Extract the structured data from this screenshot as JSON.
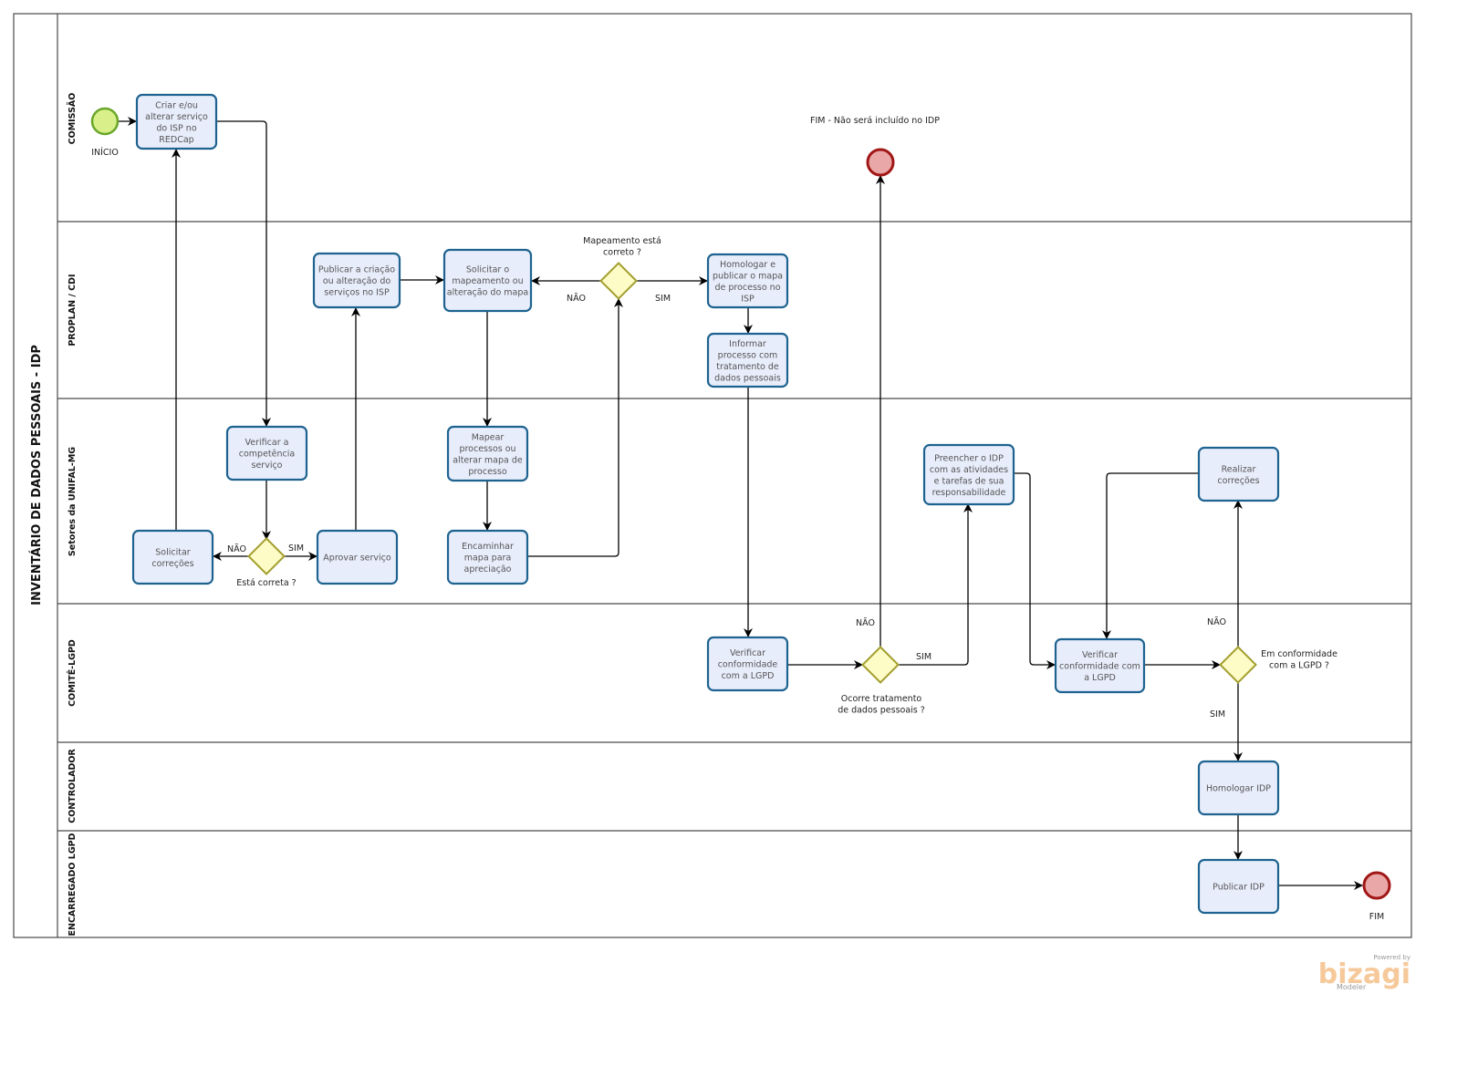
{
  "pool": {
    "title": "INVENTÁRIO DE DADOS PESSOAIS - IDP"
  },
  "lanes": [
    {
      "id": "comissao",
      "label": "COMISSÃO"
    },
    {
      "id": "proplan",
      "label": "PROPLAN / CDI"
    },
    {
      "id": "setores",
      "label": "Setores da UNIFAL-MG"
    },
    {
      "id": "comite",
      "label": "COMITÊ-LGPD"
    },
    {
      "id": "controlador",
      "label": "CONTROLADOR"
    },
    {
      "id": "encarregado",
      "label": "ENCARREGADO LGPD"
    }
  ],
  "events": {
    "start": {
      "label": "INÍCIO"
    },
    "end_excluded": {
      "label": "FIM - Não será incluído no  IDP"
    },
    "end": {
      "label": "FIM"
    }
  },
  "tasks": {
    "criar_servico": [
      "Criar e/ou",
      "alterar serviço",
      "do ISP no",
      "REDCap"
    ],
    "publicar_criacao": [
      "Publicar a criação",
      "ou alteração do",
      "serviços no ISP"
    ],
    "solicitar_mapeamento": [
      "Solicitar o",
      "mapeamento ou",
      "alteração do mapa"
    ],
    "homologar_publicar_mapa": [
      "Homologar e",
      "publicar o mapa",
      "de processo no",
      "ISP"
    ],
    "informar_processo": [
      "Informar",
      "processo com",
      "tratamento de",
      "dados pessoais"
    ],
    "verificar_competencia": [
      "Verificar a",
      "competência",
      "serviço"
    ],
    "solicitar_correcoes": [
      "Solicitar",
      "correções"
    ],
    "aprovar_servico": [
      "Aprovar serviço"
    ],
    "mapear_processos": [
      "Mapear",
      "processos ou",
      "alterar mapa de",
      "processo"
    ],
    "encaminhar_mapa": [
      "Encaminhar",
      "mapa para",
      "apreciação"
    ],
    "preencher_idp": [
      "Preencher o IDP",
      "com as atividades",
      "e tarefas de sua",
      "responsabilidade"
    ],
    "realizar_correcoes": [
      "Realizar",
      "correções"
    ],
    "verificar_conformidade_1": [
      "Verificar",
      "conformidade",
      "com a LGPD"
    ],
    "verificar_conformidade_2": [
      "Verificar",
      "conformidade com",
      "a LGPD"
    ],
    "homologar_idp": [
      "Homologar IDP"
    ],
    "publicar_idp": [
      "Publicar IDP"
    ]
  },
  "gateways": {
    "esta_correta": {
      "label": [
        "Está correta ?"
      ],
      "yes": "SIM",
      "no": "NÃO"
    },
    "mapeamento_correto": {
      "label": [
        "Mapeamento está",
        "correto ?"
      ],
      "yes": "SIM",
      "no": "NÃO"
    },
    "ocorre_tratamento": {
      "label": [
        "Ocorre tratamento",
        "de dados pessoais ?"
      ],
      "yes": "SIM",
      "no": "NÃO"
    },
    "em_conformidade": {
      "label": [
        "Em conformidade",
        "com a LGPD ?"
      ],
      "yes": "SIM",
      "no": "NÃO"
    }
  },
  "branding": {
    "powered_by": "Powered by",
    "name": "bizagi",
    "product": "Modeler"
  }
}
